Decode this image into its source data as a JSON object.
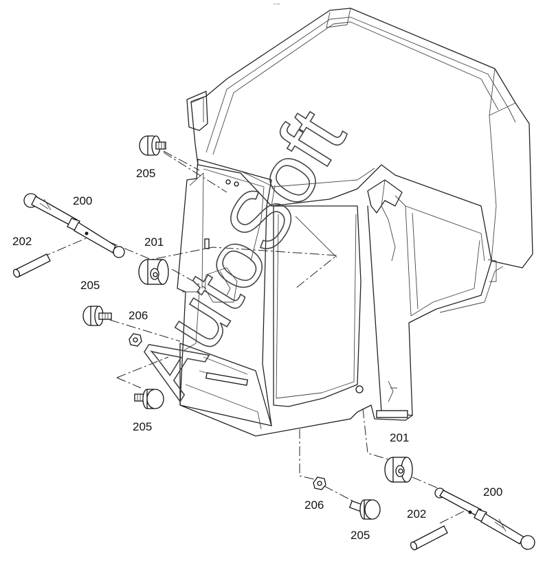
{
  "diagram": {
    "corner_mark": "⁰⁰ ⁰⁰⁰",
    "watermark": "AutoSoft",
    "callouts": {
      "c205_top": "205",
      "c200_left": "200",
      "c202_left": "202",
      "c201_left": "201",
      "c205_mid": "205",
      "c206_left": "206",
      "c205_lower": "205",
      "c201_right": "201",
      "c200_right": "200",
      "c202_right": "202",
      "c206_bottom": "206",
      "c205_bottom": "205"
    }
  }
}
